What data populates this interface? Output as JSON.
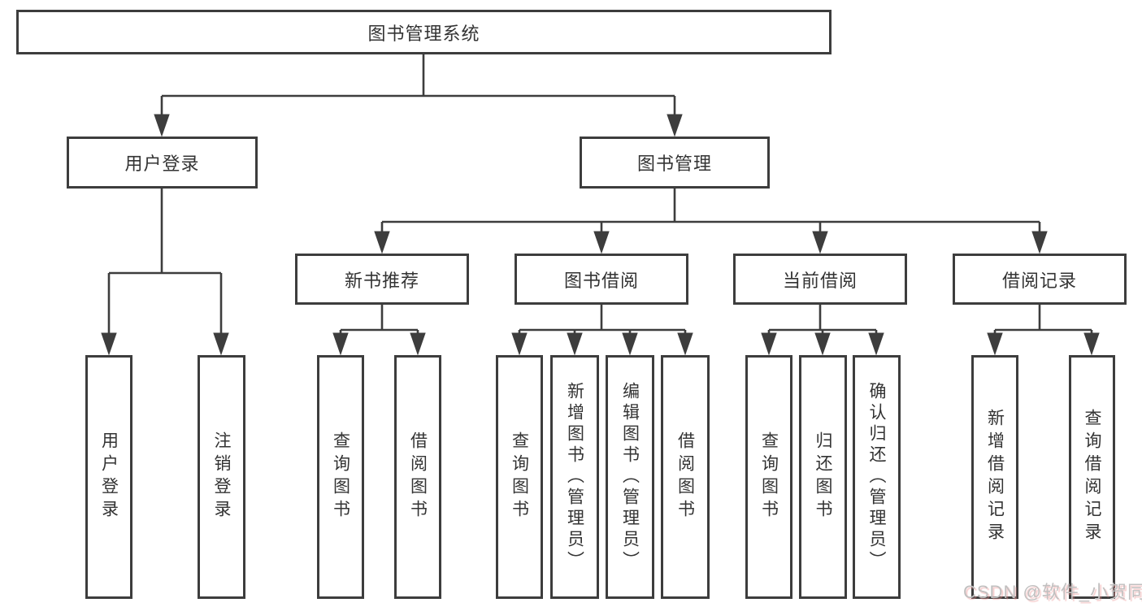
{
  "tree": {
    "root": {
      "label": "图书管理系统"
    },
    "children": [
      {
        "label": "用户登录",
        "children": [
          {
            "label": "用户登录"
          },
          {
            "label": "注销登录"
          }
        ]
      },
      {
        "label": "图书管理",
        "children": [
          {
            "label": "新书推荐",
            "children": [
              {
                "label": "查询图书"
              },
              {
                "label": "借阅图书"
              }
            ]
          },
          {
            "label": "图书借阅",
            "children": [
              {
                "label": "查询图书"
              },
              {
                "label": "新增图书（管理员）"
              },
              {
                "label": "编辑图书（管理员）"
              },
              {
                "label": "借阅图书"
              }
            ]
          },
          {
            "label": "当前借阅",
            "children": [
              {
                "label": "查询图书"
              },
              {
                "label": "归还图书"
              },
              {
                "label": "确认归还（管理员）"
              }
            ]
          },
          {
            "label": "借阅记录",
            "children": [
              {
                "label": "新增借阅记录"
              },
              {
                "label": "查询借阅记录"
              }
            ]
          }
        ]
      }
    ]
  },
  "watermark": {
    "text": "CSDN @软件_小贺同学"
  },
  "colors": {
    "line": "#3d3d3d",
    "box_border": "#3d3d3d",
    "text": "#333333",
    "background": "#ffffff",
    "watermark": "#c1c0c0",
    "watermark_shadow": "#eb9191"
  }
}
